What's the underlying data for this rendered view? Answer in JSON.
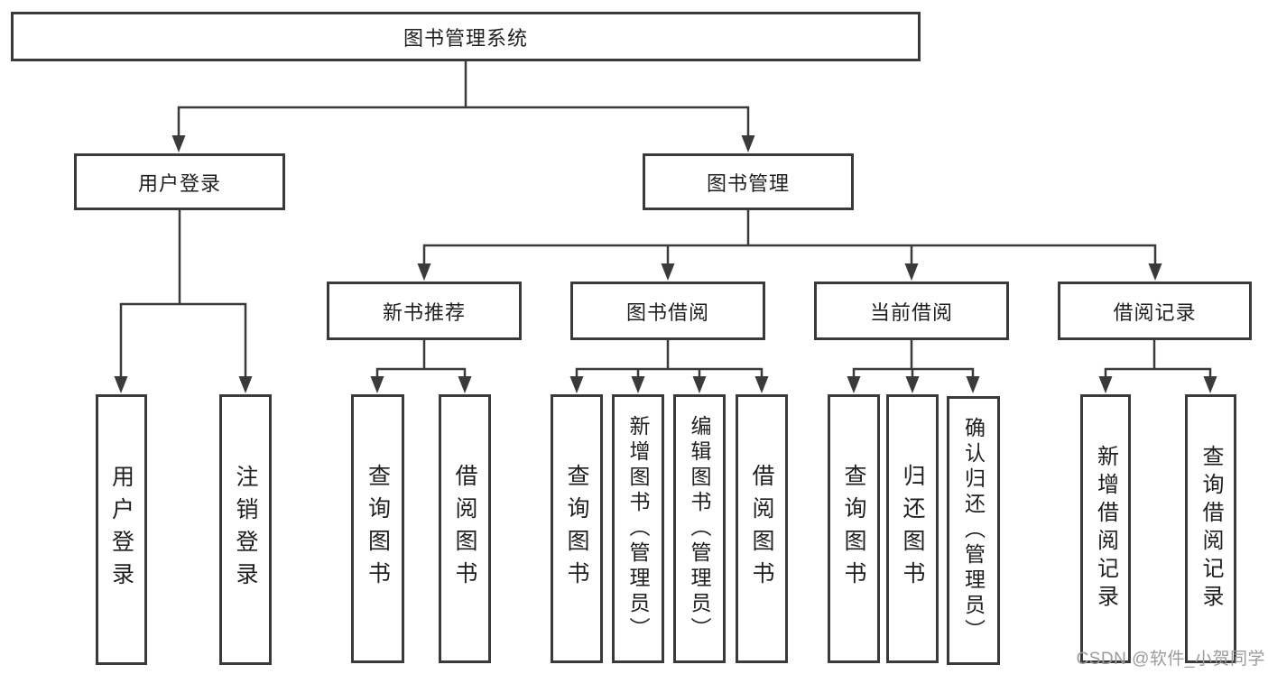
{
  "diagram": {
    "type": "hierarchy-tree",
    "root": {
      "label": "图书管理系统",
      "children": [
        {
          "label": "用户登录",
          "children": [
            {
              "label": "用户登录"
            },
            {
              "label": "注销登录"
            }
          ]
        },
        {
          "label": "图书管理",
          "children": [
            {
              "label": "新书推荐",
              "children": [
                {
                  "label": "查询图书"
                },
                {
                  "label": "借阅图书"
                }
              ]
            },
            {
              "label": "图书借阅",
              "children": [
                {
                  "label": "查询图书"
                },
                {
                  "label": "新增图书（管理员）"
                },
                {
                  "label": "编辑图书（管理员）"
                },
                {
                  "label": "借阅图书"
                }
              ]
            },
            {
              "label": "当前借阅",
              "children": [
                {
                  "label": "查询图书"
                },
                {
                  "label": "归还图书"
                },
                {
                  "label": "确认归还（管理员）"
                }
              ]
            },
            {
              "label": "借阅记录",
              "children": [
                {
                  "label": "新增借阅记录"
                },
                {
                  "label": "查询借阅记录"
                }
              ]
            }
          ]
        }
      ]
    }
  },
  "watermark": {
    "text": "CSDN @软件_小贺同学",
    "color": "#9b9b9b"
  },
  "colors": {
    "background": "#ffffff",
    "box_border": "#3a3a3a",
    "box_fill": "#ffffff",
    "connector": "#3a3a3a",
    "text": "#1f1f1f"
  }
}
